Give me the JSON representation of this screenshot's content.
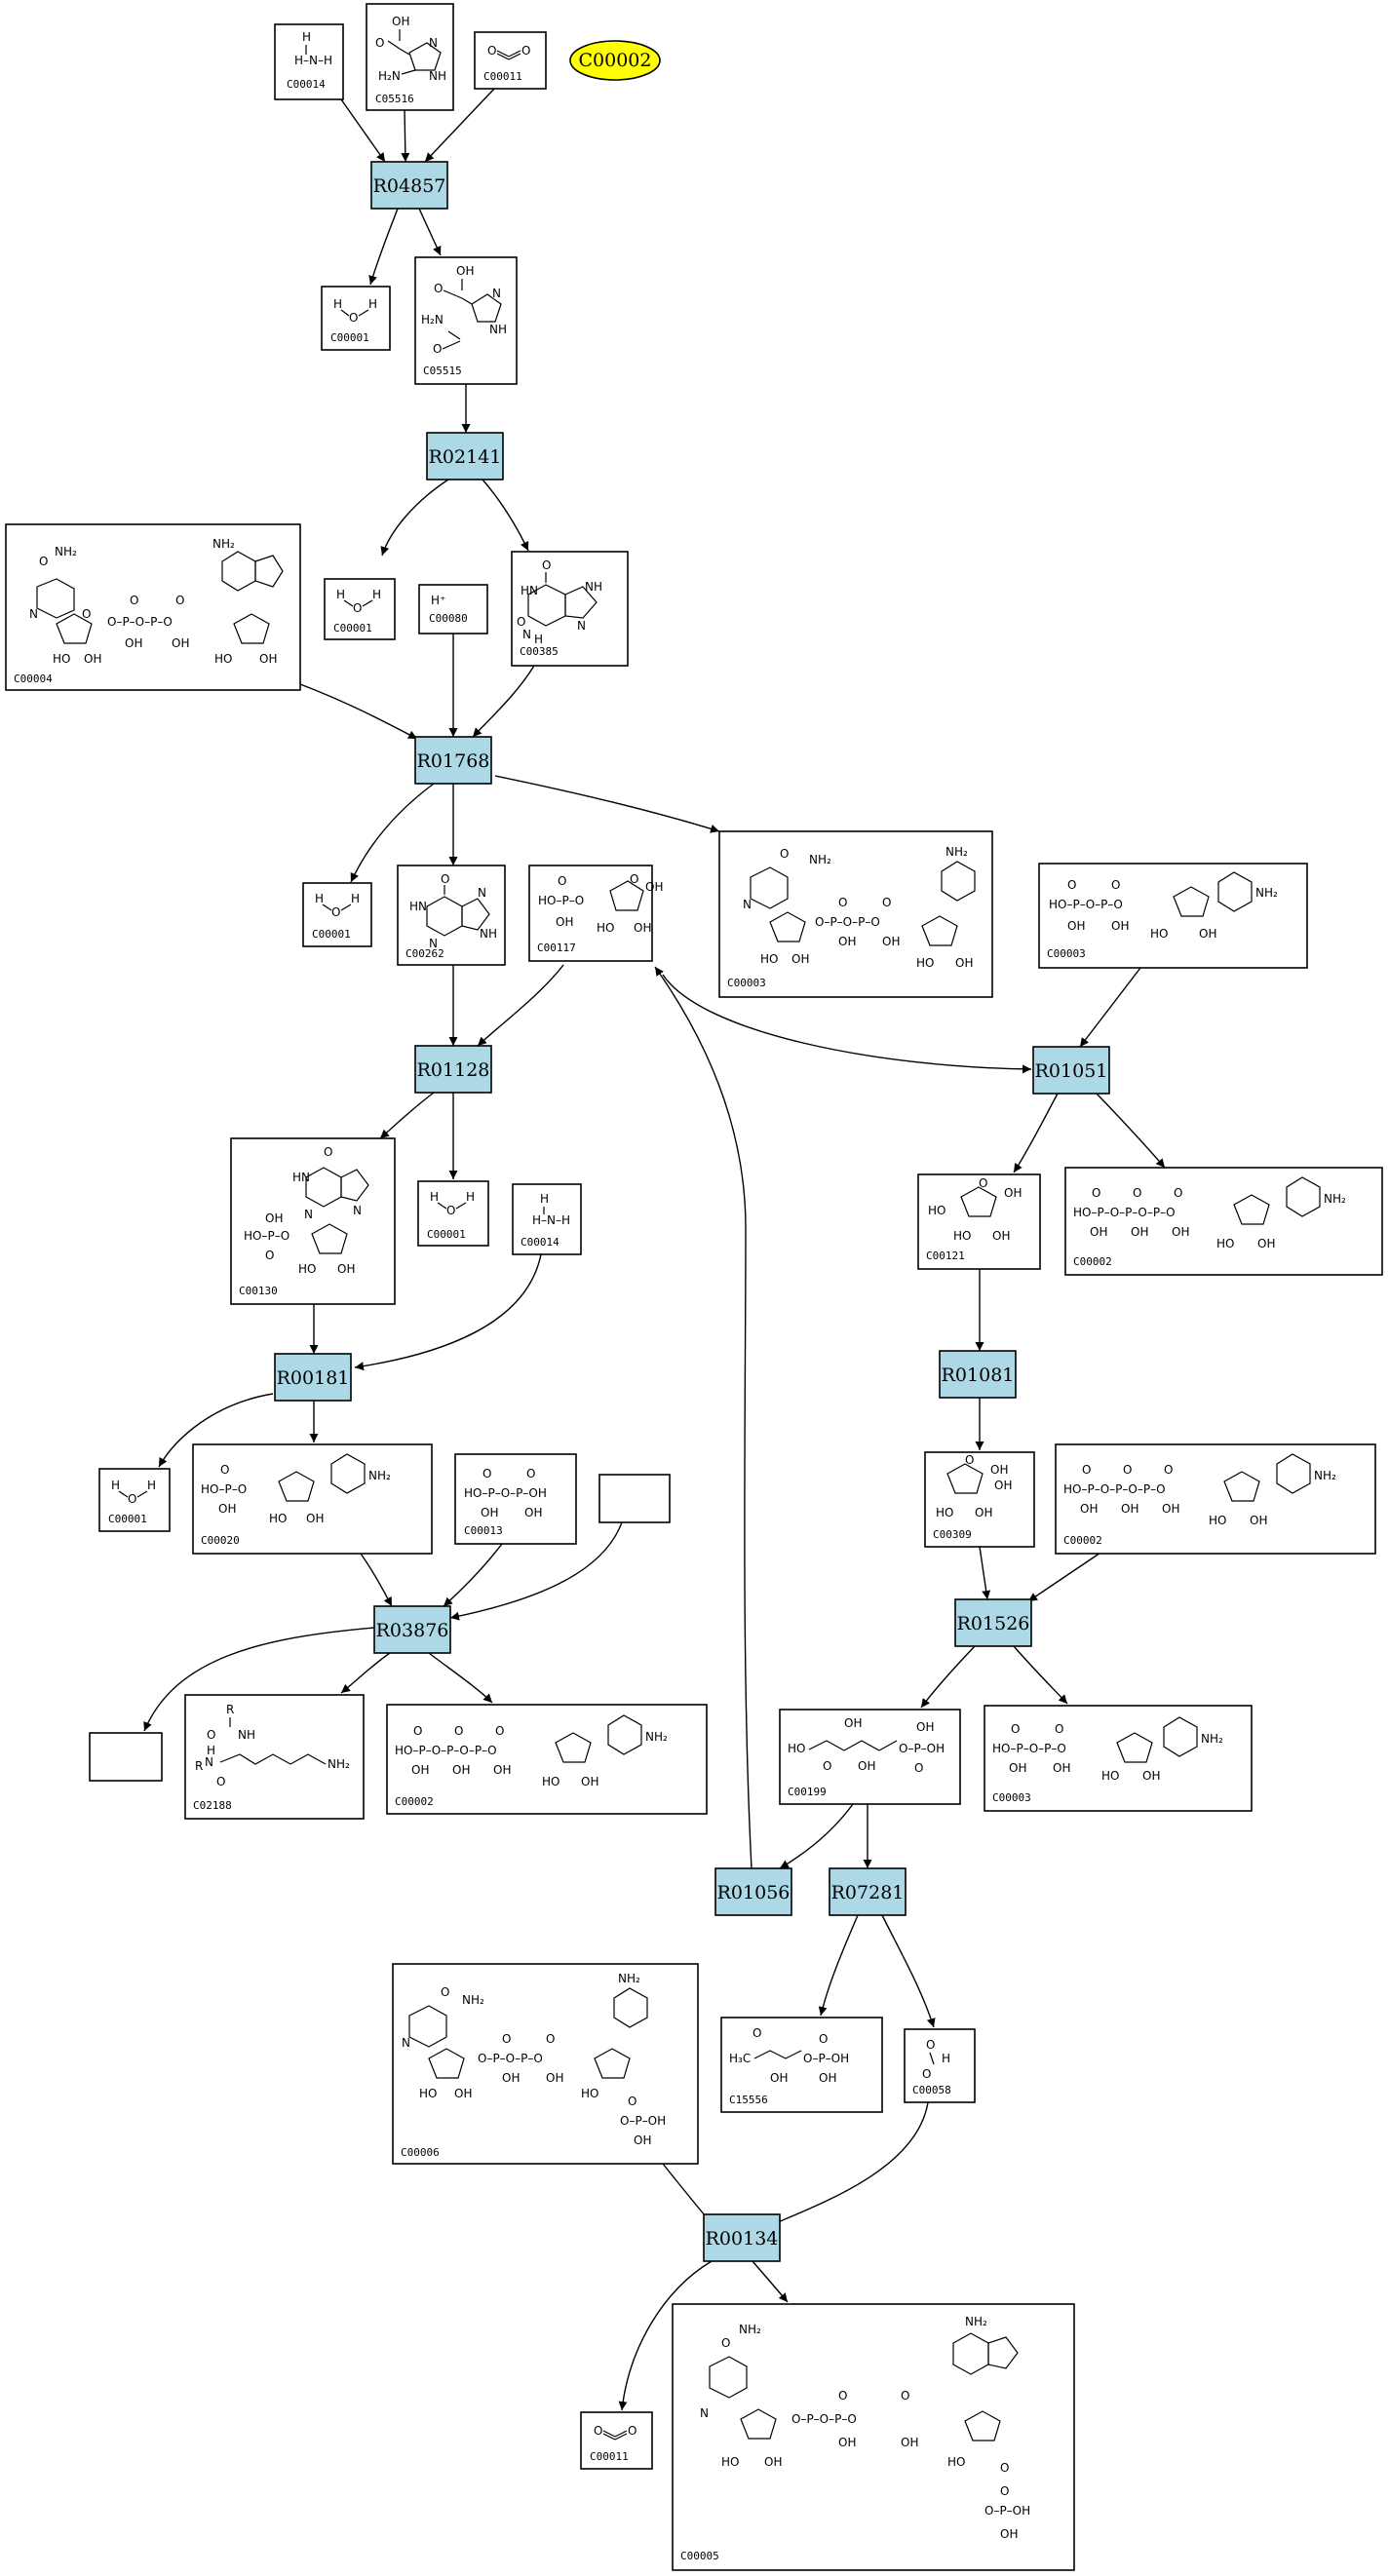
{
  "highlight": {
    "id": "C00002"
  },
  "reactions": [
    {
      "id": "R04857"
    },
    {
      "id": "R02141"
    },
    {
      "id": "R01768"
    },
    {
      "id": "R01128"
    },
    {
      "id": "R01051"
    },
    {
      "id": "R01081"
    },
    {
      "id": "R00181"
    },
    {
      "id": "R03876"
    },
    {
      "id": "R01526"
    },
    {
      "id": "R01056"
    },
    {
      "id": "R07281"
    },
    {
      "id": "R00134"
    }
  ],
  "compounds": [
    {
      "key": "c_nh3_top",
      "label": "C00014"
    },
    {
      "key": "c_c05516",
      "label": "C05516"
    },
    {
      "key": "c_c00011_top",
      "label": "C00011"
    },
    {
      "key": "c_h2o_1",
      "label": "C00001"
    },
    {
      "key": "c_c05515",
      "label": "C05515"
    },
    {
      "key": "c_h2o_2",
      "label": "C00001"
    },
    {
      "key": "c_c00080",
      "label": "C00080",
      "formula": "H⁺"
    },
    {
      "key": "c_c00385",
      "label": "C00385"
    },
    {
      "key": "c_c00004",
      "label": "C00004"
    },
    {
      "key": "c_h2o_3",
      "label": "C00001"
    },
    {
      "key": "c_c00262",
      "label": "C00262"
    },
    {
      "key": "c_c00117",
      "label": "C00117"
    },
    {
      "key": "c_c00003_a",
      "label": "C00003"
    },
    {
      "key": "c_c00003_b",
      "label": "C00003"
    },
    {
      "key": "c_c00130",
      "label": "C00130"
    },
    {
      "key": "c_h2o_4",
      "label": "C00001"
    },
    {
      "key": "c_nh3_2",
      "label": "C00014"
    },
    {
      "key": "c_c00121",
      "label": "C00121"
    },
    {
      "key": "c_c00002_a",
      "label": "C00002"
    },
    {
      "key": "c_h2o_5",
      "label": "C00001"
    },
    {
      "key": "c_c00020",
      "label": "C00020"
    },
    {
      "key": "c_c00013",
      "label": "C00013"
    },
    {
      "key": "c_empty_1",
      "label": ""
    },
    {
      "key": "c_c00309",
      "label": "C00309"
    },
    {
      "key": "c_c00002_b",
      "label": "C00002"
    },
    {
      "key": "c_empty_2",
      "label": ""
    },
    {
      "key": "c_c02188",
      "label": "C02188"
    },
    {
      "key": "c_c00002_c",
      "label": "C00002"
    },
    {
      "key": "c_c00199",
      "label": "C00199"
    },
    {
      "key": "c_c00003_c",
      "label": "C00003"
    },
    {
      "key": "c_c00006",
      "label": "C00006"
    },
    {
      "key": "c_c15556",
      "label": "C15556"
    },
    {
      "key": "c_c00058",
      "label": "C00058"
    },
    {
      "key": "c_c00011_bot",
      "label": "C00011"
    },
    {
      "key": "c_c00005",
      "label": "C00005"
    }
  ]
}
